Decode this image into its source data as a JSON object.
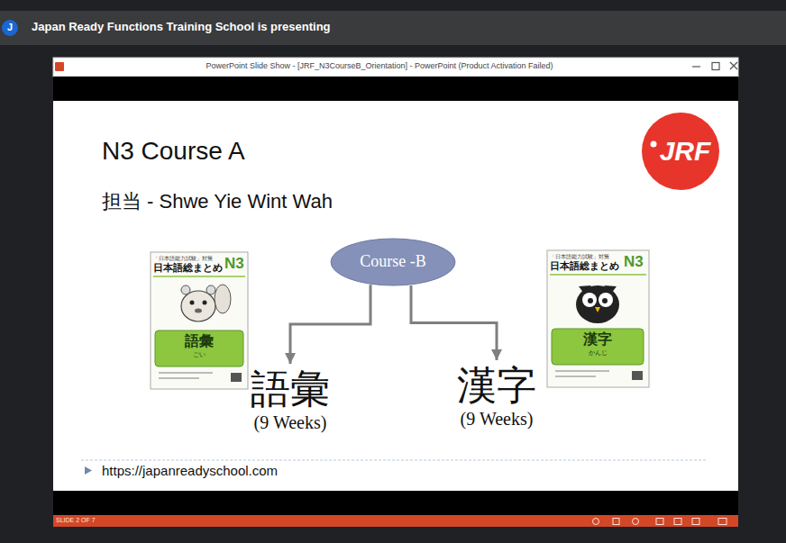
{
  "diagram": {
    "title": "N3 Course A",
    "nodes": [
      {
        "text": [
          "Course -B"
        ]
      },
      {
        "text": [
          "語彙",
          "(9 Weeks)"
        ]
      },
      {
        "text": [
          "漢字",
          "(9 Weeks)"
        ]
      }
    ],
    "edges": [
      {
        "from": 0,
        "to": 1,
        "arrow": "to"
      },
      {
        "from": 0,
        "to": 2,
        "arrow": "to"
      }
    ],
    "labels": [
      "J",
      "Japan Ready Functions Training School is presenting",
      "PowerPoint Slide Show - [JRF_N3CourseB_Orientation] - PowerPoint (Product Activation Failed)",
      "担当 - Shwe Yie Wint Wah",
      "JRF",
      "「日本語能力試験」対策",
      "日本語総まとめ",
      "N3",
      "語彙",
      "ごい",
      "「日本語能力試験」対策",
      "日本語総まとめ",
      "N3",
      "漢字",
      "かんじ",
      "https://japanreadyschool.com",
      "SLIDE 2 OF 7"
    ]
  }
}
